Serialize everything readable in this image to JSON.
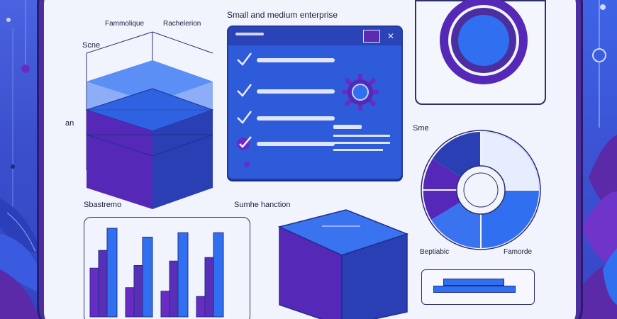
{
  "labels": {
    "heading_main": "Small and medium enterprise",
    "label_top_a": "Fammolique",
    "label_top_b": "Rachelerion",
    "label_scene": "Scne",
    "label_left_an": "an",
    "label_bars": "Sbastremo",
    "label_box": "Sumhe hanction",
    "label_right_sme": "Sme",
    "label_bottom_left": "Beptiabic",
    "label_bottom_right": "Famorde"
  },
  "window": {
    "items": [
      {
        "checked": true,
        "style": "check"
      },
      {
        "checked": true,
        "style": "check"
      },
      {
        "checked": true,
        "style": "check"
      },
      {
        "checked": true,
        "style": "check-circle"
      }
    ]
  },
  "bar_chart": {
    "type": "bar",
    "categories": [
      "",
      "",
      "",
      ""
    ],
    "series": [
      {
        "values": [
          55,
          33,
          29,
          23
        ]
      },
      {
        "values": [
          75,
          58,
          63,
          67
        ]
      },
      {
        "values": [
          100,
          90,
          95,
          95
        ]
      }
    ]
  },
  "colors": {
    "blue": "#2f6ff0",
    "purple": "#6a2bc4",
    "navy": "#23359f",
    "light": "#f2f4fd"
  },
  "icons": [
    "check-icon",
    "gear-icon",
    "close-icon",
    "leaf-icon",
    "donut-icon",
    "ring-chart-icon"
  ]
}
